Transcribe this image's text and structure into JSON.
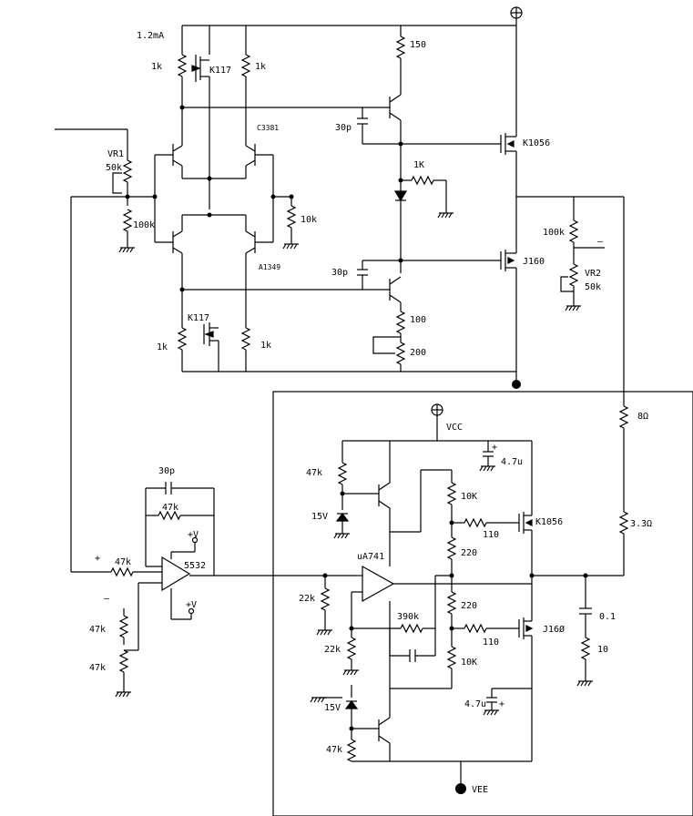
{
  "labels": {
    "current": "1.2mA",
    "r_1k": "1k",
    "k117": "K117",
    "c3381": "C3381",
    "a1349": "A1349",
    "r_150": "150",
    "c_30p": "30p",
    "k1056": "K1056",
    "r_1K": "1K",
    "vr1": "VR1",
    "vr1_val": "50k",
    "r_100k": "100k",
    "r_10k": "10k",
    "r_100": "100",
    "r_200": "200",
    "j160": "J160",
    "vr2": "VR2",
    "vr2_val": "50k",
    "minus": "–",
    "r_8ohm": "8Ω",
    "r_3_3ohm": "3.3Ω",
    "vcc": "VCC",
    "c_4_7u": "4.7u",
    "r_47k": "47k",
    "z_15v": "15V",
    "r_10K": "10K",
    "r_110": "110",
    "k1056_b": "K1056",
    "r_220": "220",
    "ua741": "uA741",
    "plus": "+",
    "opamp_5532": "5532",
    "v_plus": "+V",
    "r_22k": "22k",
    "r_390k": "390k",
    "j160_b": "J16Ø",
    "c_0_1": "0.1",
    "r_10": "10",
    "vee": "VEE",
    "cap_plus": "+"
  },
  "colors": {
    "line": "#000000",
    "background": "#ffffff"
  }
}
